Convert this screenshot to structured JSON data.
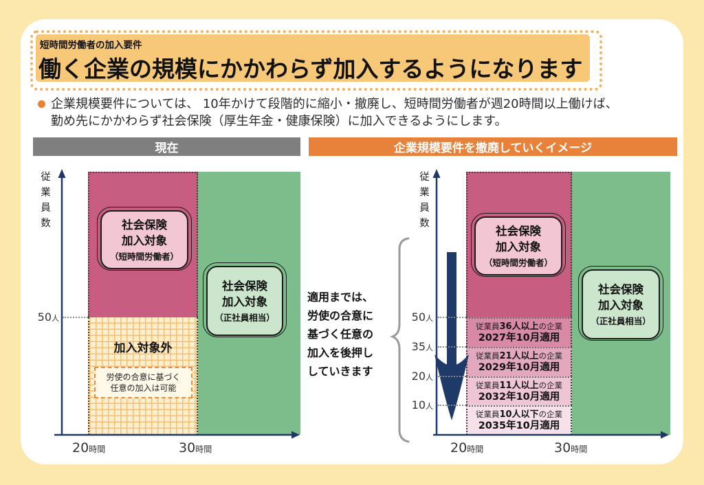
{
  "colors": {
    "page_bg": "#FCE7AC",
    "title_highlight": "#F6C878",
    "title_dotted_frame": "#F2B05A",
    "header_gray": "#7F7F7F",
    "header_orange": "#E8823B",
    "axis_navy": "#1F3864",
    "pink_region": "#C75D80",
    "pink_label_box": "#F3C6D4",
    "green_region": "#7CBD8B",
    "green_label_box": "#CBE6CD",
    "yellow_region": "#FDEECC",
    "note_border_orange": "#EF8A3D",
    "band_colors": [
      "#D789A5",
      "#E3A8BE",
      "#EDC5D4",
      "#F6E0E9"
    ]
  },
  "header": {
    "tagline": "短時間労働者の加入要件",
    "title": "働く企業の規模にかかわらず加入するようになります",
    "bullet_line1": "企業規模要件については、 10年かけて段階的に縮小・撤廃し、短時間労働者が週20時間以上働けば、",
    "bullet_line2": "勤め先にかかわらず社会保険（厚生年金・健康保険）に加入できるようにします。"
  },
  "left_panel": {
    "header": "現在",
    "y_axis_label": "従業員数",
    "insured_box": {
      "line1": "社会保険",
      "line2": "加入対象",
      "line3": "（短時間労働者）"
    },
    "regular_box": {
      "line1": "社会保険",
      "line2": "加入対象",
      "line3": "（正社員相当）"
    },
    "excluded_label": "加入対象外",
    "note": {
      "line1": "労使の合意に基づく",
      "line2": "任意の加入は可能"
    },
    "y_tick": {
      "num": "50",
      "unit": "人"
    },
    "x_ticks": [
      {
        "num": "20",
        "unit": "時間"
      },
      {
        "num": "30",
        "unit": "時間"
      }
    ]
  },
  "right_panel": {
    "header": "企業規模要件を撤廃していくイメージ",
    "y_axis_label": "従業員数",
    "insured_box": {
      "line1": "社会保険",
      "line2": "加入対象",
      "line3": "（短時間労働者）"
    },
    "regular_box": {
      "line1": "社会保険",
      "line2": "加入対象",
      "line3": "（正社員相当）"
    },
    "y_ticks": [
      {
        "num": "50",
        "unit": "人"
      },
      {
        "num": "35",
        "unit": "人"
      },
      {
        "num": "20",
        "unit": "人"
      },
      {
        "num": "10",
        "unit": "人"
      }
    ],
    "x_ticks": [
      {
        "num": "20",
        "unit": "時間"
      },
      {
        "num": "30",
        "unit": "時間"
      }
    ],
    "bands": [
      {
        "prefix": "従業員",
        "size": "36人以上",
        "suffix": "の企業",
        "date": "2027年10月適用"
      },
      {
        "prefix": "従業員",
        "size": "21人以上",
        "suffix": "の企業",
        "date": "2029年10月適用"
      },
      {
        "prefix": "従業員",
        "size": "11人以上",
        "suffix": "の企業",
        "date": "2032年10月適用"
      },
      {
        "prefix": "従業員",
        "size": "10人以下",
        "suffix": "の企業",
        "date": "2035年10月適用"
      }
    ]
  },
  "middle_note": {
    "line1": "適用までは、",
    "line2": "労使の合意に",
    "line3": "基づく任意の",
    "line4": "加入を後押し",
    "line5": "していきます"
  }
}
